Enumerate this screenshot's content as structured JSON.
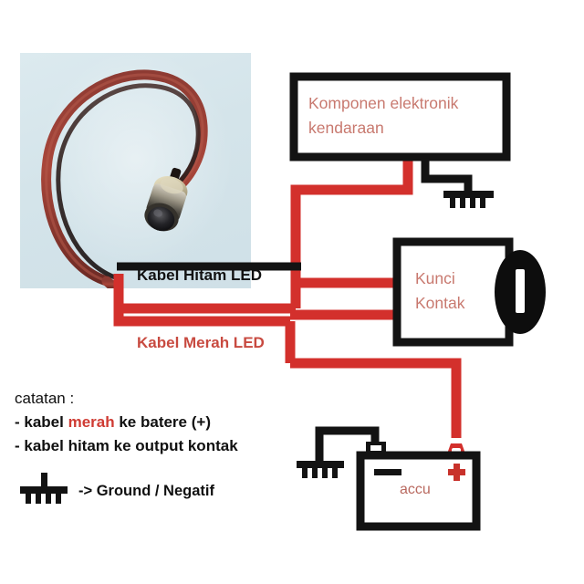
{
  "diagram": {
    "title_language": "id",
    "colors": {
      "wire_red": "#d3302c",
      "wire_black": "#131313",
      "box_stroke": "#131313",
      "box_fill": "#ffffff",
      "label_rose": "#c8796f",
      "label_black": "#111111",
      "label_red": "#c84a40",
      "photo_bg": "#d9e7ec",
      "page_bg": "#ffffff"
    },
    "boxes": [
      {
        "id": "komponen",
        "label_line1": "Komponen elektronik",
        "label_line2": "kendaraan"
      },
      {
        "id": "kunci",
        "label_line1": "Kunci",
        "label_line2": "Kontak"
      },
      {
        "id": "accu",
        "label_line1": "accu",
        "label_line2": ""
      }
    ],
    "wire_labels": [
      {
        "id": "kabel-hitam",
        "text": "Kabel Hitam LED",
        "color_name": "black"
      },
      {
        "id": "kabel-merah",
        "text": "Kabel Merah LED",
        "color_name": "red"
      }
    ],
    "battery": {
      "negative_symbol": "—",
      "positive_symbol": "+",
      "name": "accu"
    },
    "notes": {
      "heading": "catatan :",
      "items": [
        {
          "prefix": "- kabel ",
          "highlight": "merah",
          "suffix": " ke batere (+)"
        },
        {
          "prefix": "- kabel hitam ke output kontak",
          "highlight": "",
          "suffix": ""
        }
      ]
    },
    "legend": {
      "symbol_name": "ground-symbol",
      "text": "-> Ground / Negatif"
    },
    "photo": {
      "alt": "LED indicator lamp with red and black wire pigtail",
      "items": [
        "led-lamp",
        "red-wire-loop",
        "black-wire"
      ]
    },
    "ground_symbols": [
      {
        "id": "ground-komponen"
      },
      {
        "id": "ground-accu"
      },
      {
        "id": "ground-legend"
      }
    ]
  }
}
